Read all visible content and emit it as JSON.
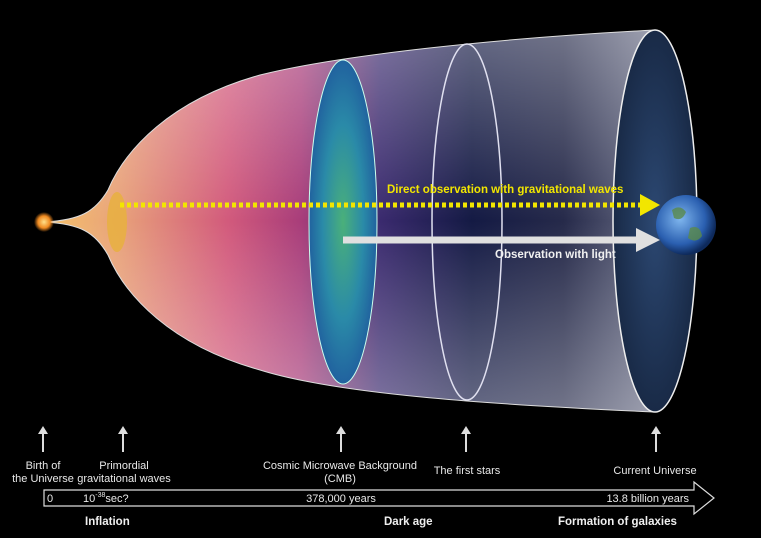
{
  "arrows": {
    "gravitational": "Direct observation with gravitational waves",
    "light": "Observation with light"
  },
  "milestones": [
    {
      "line1": "Birth of",
      "line2": "the Universe",
      "time": "0"
    },
    {
      "line1": "Primordial",
      "line2": "gravitational waves",
      "time_base": "10",
      "time_exp": "-38",
      "time_suffix": "sec?"
    },
    {
      "line1": "Cosmic Microwave Background",
      "line2": "(CMB)",
      "time": "378,000 years"
    },
    {
      "line1": "The first stars"
    },
    {
      "line1": "Current Universe",
      "time": "13.8 billion years"
    }
  ],
  "eras": [
    "Inflation",
    "Dark age",
    "Formation of galaxies"
  ],
  "colors": {
    "gravitational": "#f2e600",
    "light": "#e0e0e0",
    "background": "#000000"
  }
}
